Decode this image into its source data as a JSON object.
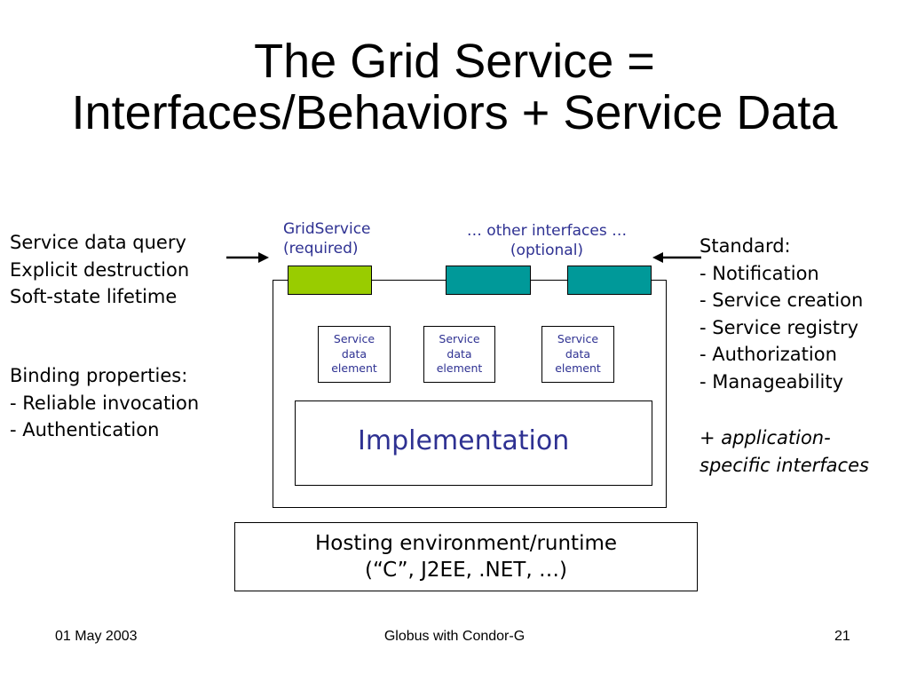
{
  "slide": {
    "title_line1": "The Grid Service =",
    "title_line2": "Interfaces/Behaviors + Service Data"
  },
  "left_panel": {
    "lines_group1": [
      "Service data query",
      "Explicit destruction",
      "Soft-state lifetime"
    ],
    "lines_group2": [
      "Binding properties:",
      "- Reliable invocation",
      "- Authentication"
    ]
  },
  "right_panel": {
    "lines": [
      "Standard:",
      "- Notification",
      "- Service creation",
      "- Service registry",
      "- Authorization",
      "- Manageability"
    ],
    "extra_line1": "+ ",
    "extra_italic1": "application-",
    "extra_italic2": "specific interfaces"
  },
  "diagram": {
    "gridservice_label_line1": "GridService",
    "gridservice_label_line2": "(required)",
    "other_label_line1": "… other interfaces …",
    "other_label_line2": "(optional)",
    "sde_elements": [
      {
        "line1": "Service",
        "line2": "data",
        "line3": "element"
      },
      {
        "line1": "Service",
        "line2": "data",
        "line3": "element"
      },
      {
        "line1": "Service",
        "line2": "data",
        "line3": "element"
      }
    ],
    "implementation_label": "Implementation",
    "hosting_line1": "Hosting environment/runtime",
    "hosting_line2": "(“C”, J2EE, .NET, …)",
    "colors": {
      "required_interface": "#99cc00",
      "optional_interface": "#009999",
      "label_text": "#2e3192"
    }
  },
  "footer": {
    "date": "01 May 2003",
    "center": "Globus with Condor-G",
    "page_number": "21"
  }
}
